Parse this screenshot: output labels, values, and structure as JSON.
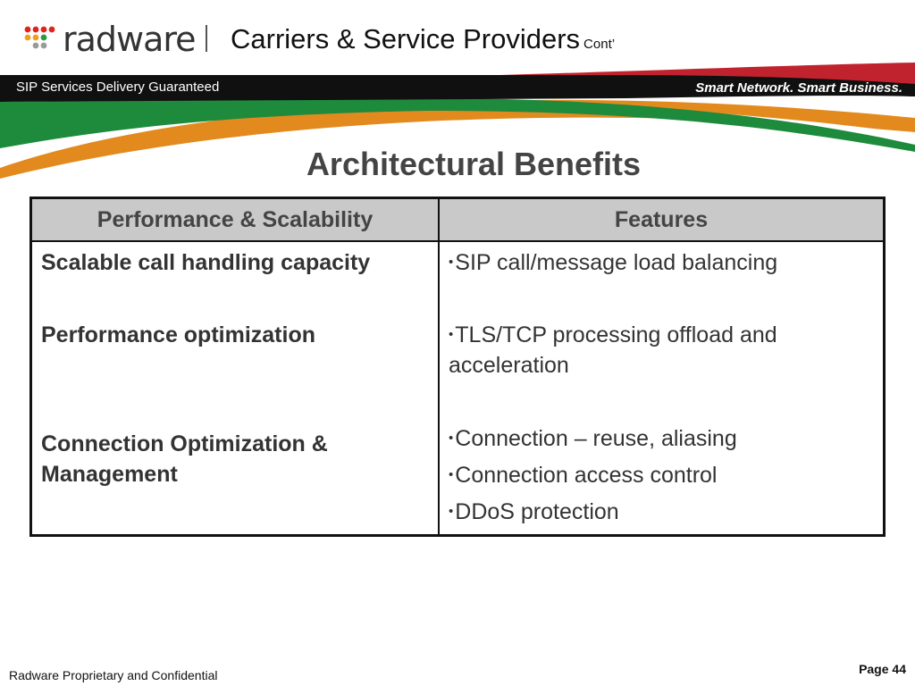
{
  "header": {
    "logo_text": "radware",
    "title": "Carriers & Service Providers",
    "title_suffix": "Cont’"
  },
  "banner": {
    "left_text": "SIP Services Delivery Guaranteed",
    "tagline": "Smart Network. Smart Business."
  },
  "slide": {
    "title": "Architectural Benefits",
    "table": {
      "headers": [
        "Performance & Scalability",
        "Features"
      ],
      "left_items": [
        "Scalable call handling capacity",
        "Performance optimization",
        "Connection Optimization & Management"
      ],
      "features": [
        "SIP call/message load balancing",
        "TLS/TCP processing offload and acceleration",
        "Connection – reuse, aliasing",
        "Connection access control",
        "DDoS protection"
      ]
    }
  },
  "footer": {
    "left": "Radware Proprietary and Confidential",
    "page": "Page 44"
  },
  "colors": {
    "band_dark": "#101010",
    "band_red": "#c0222e",
    "band_green": "#1e8a3c",
    "band_orange": "#e38a1e",
    "header_cell": "#c9c9c9"
  }
}
